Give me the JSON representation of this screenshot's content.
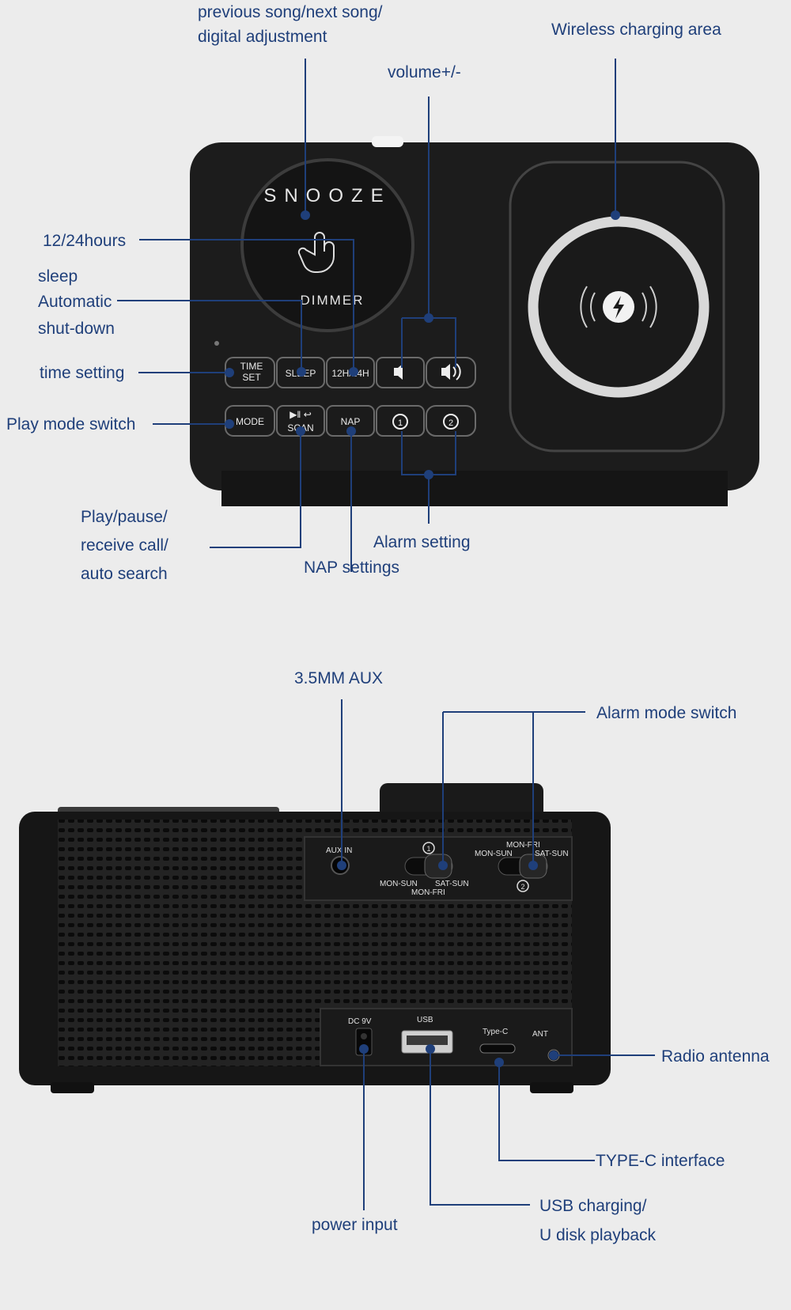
{
  "front": {
    "device_markings": {
      "snooze": "SNOOZE",
      "dimmer": "DIMMER",
      "buttons_row1": [
        "TIME SET",
        "SLEEP",
        "12H/24H"
      ],
      "buttons_row2": [
        "MODE",
        "SCAN",
        "NAP"
      ]
    },
    "labels": {
      "prev_next_1": "previous song/next song/",
      "prev_next_2": "digital adjustment",
      "wireless": "Wireless charging area",
      "volume": "volume+/-",
      "hours": "12/24hours",
      "sleep_1": "sleep",
      "sleep_2": "Automatic",
      "sleep_3": "shut-down",
      "time_setting": "time setting",
      "play_mode": "Play mode switch",
      "play_pause_1": "Play/pause/",
      "play_pause_2": "receive call/",
      "play_pause_3": "auto search",
      "alarm_setting": "Alarm setting",
      "nap_settings": "NAP settings"
    }
  },
  "back": {
    "device_markings": {
      "aux_in": "AUX IN",
      "mon_sun": "MON-SUN",
      "sat_sun": "SAT-SUN",
      "mon_fri": "MON-FRI",
      "dc": "DC 9V",
      "usb": "USB",
      "typec": "Type-C",
      "ant": "ANT"
    },
    "labels": {
      "aux": "3.5MM AUX",
      "alarm_mode": "Alarm mode switch",
      "antenna": "Radio antenna",
      "typec": "TYPE-C interface",
      "usb_1": "USB charging/",
      "usb_2": "U disk playback",
      "power": "power input"
    }
  },
  "colors": {
    "annotation": "#1f3f7a",
    "device": "#1b1b1b",
    "background": "#ececec"
  }
}
